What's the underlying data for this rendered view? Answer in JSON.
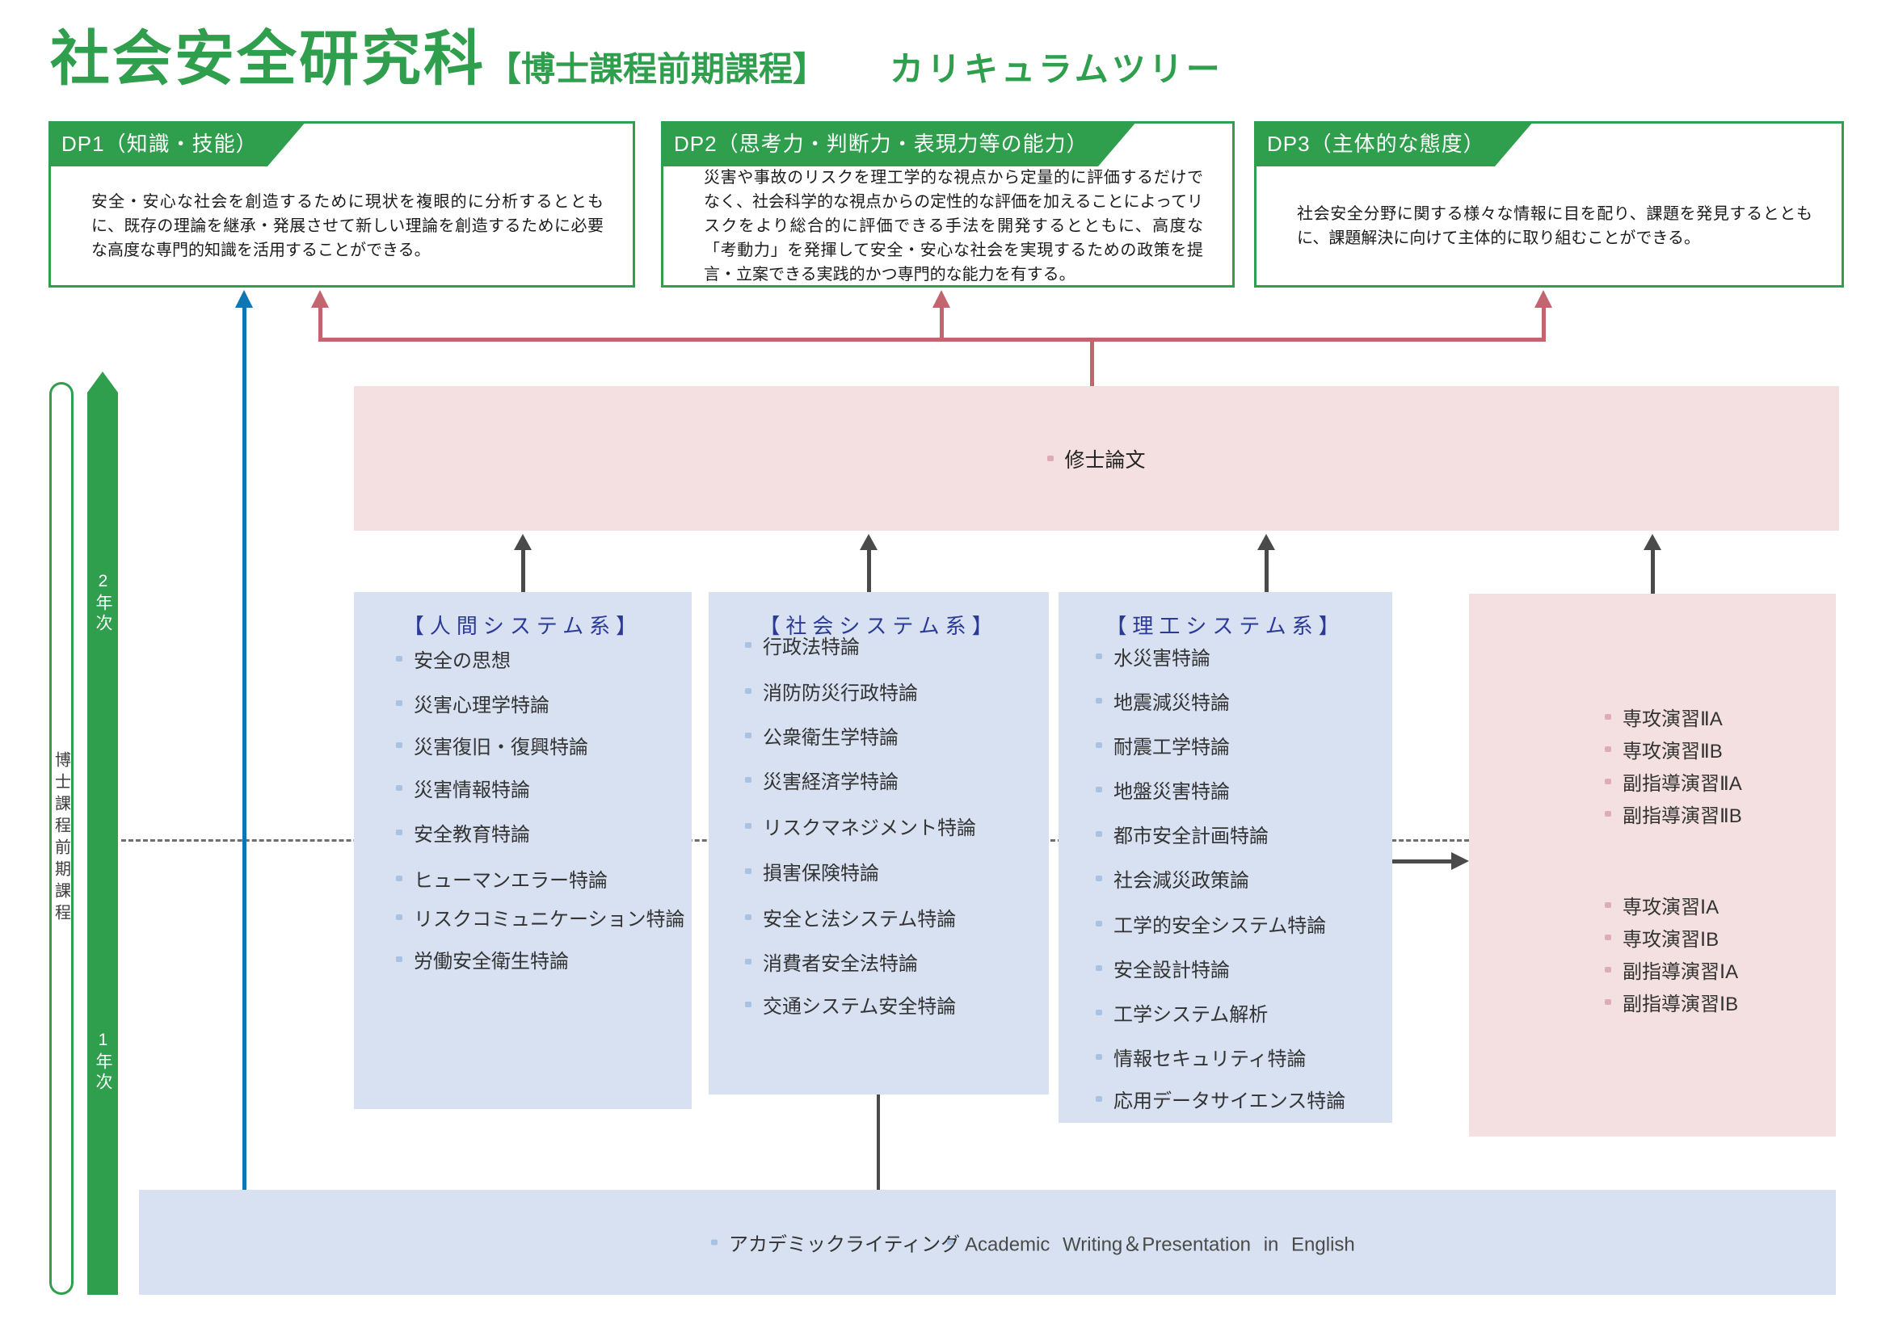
{
  "title": {
    "department": "社会安全研究科",
    "program": "【博士課程前期課程】",
    "tree": "カリキュラムツリー"
  },
  "dp": [
    {
      "header": "DP1（知識・技能）",
      "body": "安全・安心な社会を創造するために現状を複眼的に分析するとともに、既存の理論を継承・発展させて新しい理論を創造するために必要な高度な専門的知識を活用することができる。"
    },
    {
      "header": "DP2（思考力・判断力・表現力等の能力）",
      "body": "災害や事故のリスクを理工学的な視点から定量的に評価するだけでなく、社会科学的な視点からの定性的な評価を加えることによってリスクをより総合的に評価できる手法を開発するとともに、高度な「考動力」を発揮して安全・安心な社会を実現するための政策を提言・立案できる実践的かつ専門的な能力を有する。"
    },
    {
      "header": "DP3（主体的な態度）",
      "body": "社会安全分野に関する様々な情報に目を配り、課題を発見するとともに、課題解決に向けて主体的に取り組むことができる。"
    }
  ],
  "left_rail": {
    "program": "博士課程前期課程",
    "year2": "2年次",
    "year1": "1年次"
  },
  "thesis": "修士論文",
  "groups": [
    {
      "title": "【人間システム系】",
      "courses": [
        "安全の思想",
        "災害心理学特論",
        "災害復旧・復興特論",
        "災害情報特論",
        "安全教育特論",
        "ヒューマンエラー特論",
        "リスクコミュニケーション特論",
        "労働安全衛生特論"
      ]
    },
    {
      "title": "【社会システム系】",
      "courses": [
        "行政法特論",
        "消防防災行政特論",
        "公衆衛生学特論",
        "災害経済学特論",
        "リスクマネジメント特論",
        "損害保険特論",
        "安全と法システム特論",
        "消費者安全法特論",
        "交通システム安全特論"
      ]
    },
    {
      "title": "【理工システム系】",
      "courses": [
        "水災害特論",
        "地震減災特論",
        "耐震工学特論",
        "地盤災害特論",
        "都市安全計画特論",
        "社会減災政策論",
        "工学的安全システム特論",
        "安全設計特論",
        "工学システム解析",
        "情報セキュリティ特論",
        "応用データサイエンス特論"
      ]
    }
  ],
  "seminars": {
    "year2": [
      "専攻演習ⅡA",
      "専攻演習ⅡB",
      "副指導演習ⅡA",
      "副指導演習ⅡB"
    ],
    "year1": [
      "専攻演習ⅠA",
      "専攻演習ⅠB",
      "副指導演習ⅠA",
      "副指導演習ⅠB"
    ]
  },
  "foundation": [
    "アカデミックライティング",
    "Academic Writing＆Presentation in English"
  ],
  "colors": {
    "green": "#2f9e4d",
    "blue_arrow": "#0e76b4",
    "pink_arrow": "#c2656e",
    "pink_fill": "#f4e0e1",
    "blue_fill": "#d7e1f1",
    "dark_arrow": "#4a4a4a",
    "group_title_blue": "#2b3a94"
  }
}
